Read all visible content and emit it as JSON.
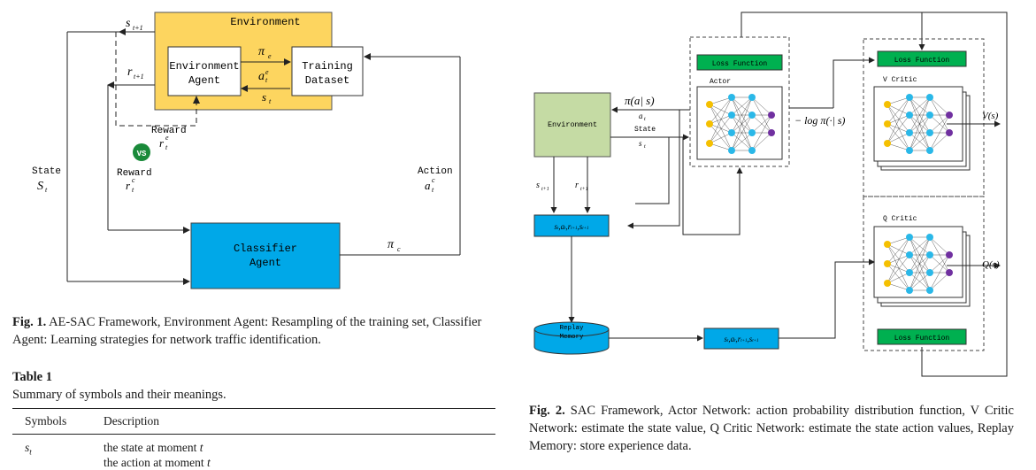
{
  "fig1": {
    "env_title": "Environment",
    "env_agent": [
      "Environment",
      "Agent"
    ],
    "training_dataset": [
      "Training",
      "Dataset"
    ],
    "classifier_agent": [
      "Classifier",
      "Agent"
    ],
    "reward_e": "Reward",
    "reward_c": "Reward",
    "state_label": "State",
    "action_label": "Action",
    "caption_bold": "Fig. 1.",
    "caption_text": " AE-SAC Framework, Environment Agent: Resampling of the training set, Classifier Agent: Learning strategies for network traffic identification."
  },
  "table1": {
    "label": "Table 1",
    "title": "Summary of symbols and their meanings.",
    "headers": [
      "Symbols",
      "Description"
    ],
    "rows": [
      {
        "symbol": "s",
        "sub": "t",
        "desc_prefix": "the state at moment ",
        "desc_var": "t"
      },
      {
        "symbol": "",
        "sub": "",
        "desc_prefix": "the action at moment ",
        "desc_var": "t"
      }
    ]
  },
  "fig2": {
    "environment": "Environment",
    "loss_function": "Loss Function",
    "actor": "Actor",
    "v_critic": "V Critic",
    "q_critic": "Q Critic",
    "state": "State",
    "replay_memory": [
      "Replay",
      "Memory"
    ],
    "log_pi": "− log π(·| s)",
    "v_out": "V(s)",
    "q_out": "Q(s)",
    "caption_bold": "Fig. 2.",
    "caption_text": " SAC Framework, Actor Network: action probability distribution function, V Critic Network: estimate the state value, Q Critic Network: estimate the state action values, Replay Memory: store experience data."
  },
  "colors": {
    "env_yellow": "#fdd55f",
    "classifier_blue": "#00a8e8",
    "env_green": "#c5dba4",
    "loss_green": "#00b050",
    "data_blue": "#00a8e8",
    "node_yellow": "#f5c000",
    "node_cyan": "#2ab8e8",
    "node_purple": "#7030a0"
  }
}
